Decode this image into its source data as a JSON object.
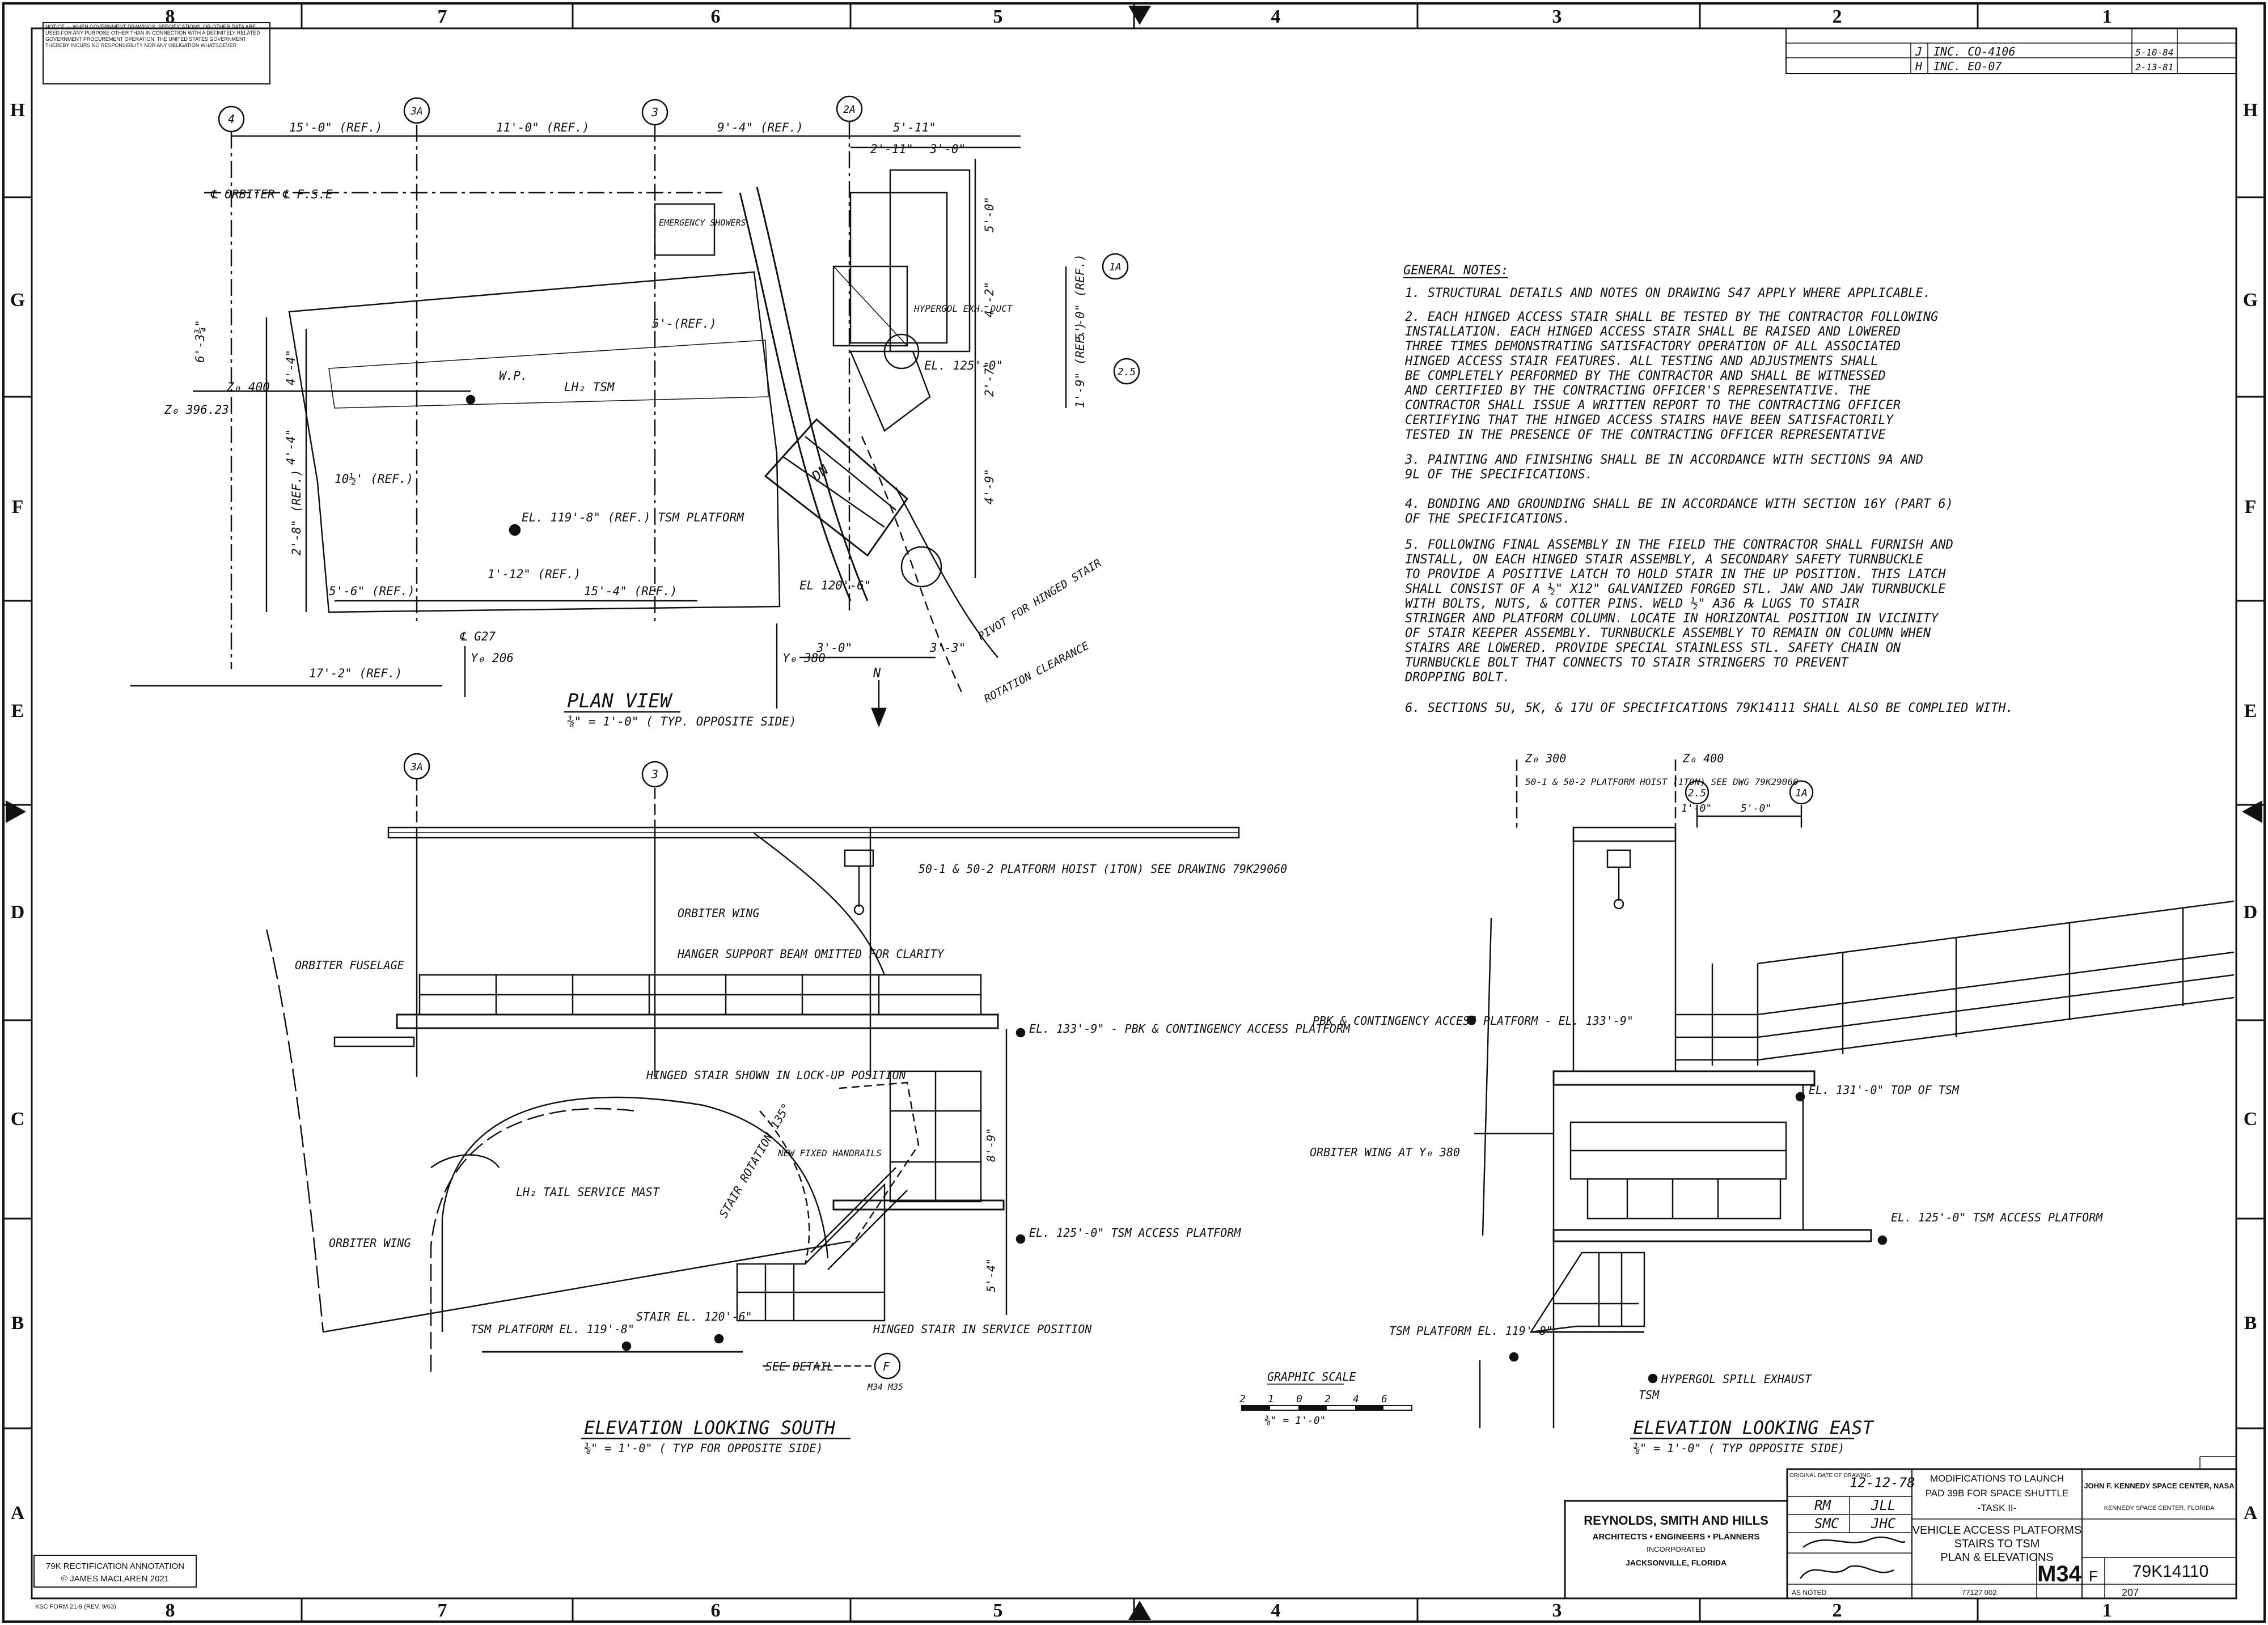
{
  "border": {
    "columns": [
      "8",
      "7",
      "6",
      "5",
      "4",
      "3",
      "2",
      "1"
    ],
    "rows": [
      "H",
      "G",
      "F",
      "E",
      "D",
      "C",
      "B",
      "A"
    ]
  },
  "notice_text": "NOTICE — WHEN GOVERNMENT DRAWINGS, SPECIFICATIONS, OR OTHER DATA ARE USED FOR ANY PURPOSE OTHER THAN IN CONNECTION WITH A DEFINITELY RELATED GOVERNMENT PROCUREMENT OPERATION, THE UNITED STATES GOVERNMENT THEREBY INCURS NO RESPONSIBILITY NOR ANY OBLIGATION WHATSOEVER",
  "revisions": [
    {
      "sym": "J",
      "desc": "INC. CO-4106",
      "date": "5-10-84"
    },
    {
      "sym": "H",
      "desc": "INC. EO-07",
      "date": "2-13-81"
    }
  ],
  "grid_bubbles": [
    "4",
    "3A",
    "3",
    "2A",
    "1A",
    "2.5"
  ],
  "plan": {
    "dims_top": [
      "15'-0\" (REF.)",
      "11'-0\" (REF.)",
      "9'-4\" (REF.)",
      "5'-11\"",
      "2'-11\"",
      "3'-0\""
    ],
    "labels": {
      "orbiter": "℄ ORBITER ℄ F.S.E",
      "showers": "EMERGENCY SHOWERS",
      "duct": "HYPERGOL EXH. DUCT",
      "zo400": "Z₀ 400",
      "zo396": "Z₀ 396.23",
      "wp": "W.P.",
      "lh2": "LH₂ TSM",
      "platform": "EL. 119'-8\" (REF.) TSM PLATFORM",
      "el125": "EL. 125'-0\"",
      "el120": "EL 120'-6\"",
      "pivot": "PIVOT FOR HINGED STAIR",
      "rotation": "ROTATION CLEARANCE",
      "dn": "DN",
      "north": "N",
      "g27": "℄ G27",
      "yo206": "Y₀ 206",
      "yo380": "Y₀ 380",
      "dim_left": "17'-2\" (REF.)",
      "dim_56": "5'-6\" (REF.)",
      "dim_154": "15'-4\" (REF.)",
      "dim_1012": "10½' (REF.)",
      "dim_112": "1'-12\" (REF.)",
      "dim_33": "3'-3\"",
      "dim_30": "3'-0\"",
      "dim_63": "6'-3¾\"",
      "dim_44a": "4'-4\"",
      "dim_44b": "4'-4\"",
      "dim_28": "2'-8\" (REF.)",
      "dim_42": "4'-2\"",
      "dim_27": "2'-7\"",
      "dim_49": "4'-9\"",
      "dim_50a": "5'-0\"",
      "dim_50b": "5'-0\" (REF.)",
      "dim_19": "1'-9\" (REF.)",
      "dim_5": "5'-(REF.)"
    },
    "title": "PLAN VIEW",
    "scale": "⅜\" = 1'-0\"  ( TYP. OPPOSITE SIDE)"
  },
  "notes": {
    "header": "GENERAL NOTES:",
    "items": [
      "1. STRUCTURAL DETAILS AND NOTES ON DRAWING S47 APPLY WHERE APPLICABLE.",
      "2. EACH HINGED ACCESS STAIR SHALL BE TESTED BY THE CONTRACTOR FOLLOWING",
      "   INSTALLATION. EACH HINGED ACCESS STAIR SHALL BE RAISED AND LOWERED",
      "   THREE TIMES DEMONSTRATING SATISFACTORY OPERATION OF ALL ASSOCIATED",
      "   HINGED ACCESS STAIR FEATURES. ALL TESTING AND ADJUSTMENTS SHALL",
      "   BE COMPLETELY PERFORMED BY THE CONTRACTOR AND SHALL BE WITNESSED",
      "   AND CERTIFIED BY THE CONTRACTING OFFICER'S REPRESENTATIVE. THE",
      "   CONTRACTOR SHALL ISSUE A WRITTEN REPORT TO THE CONTRACTING OFFICER",
      "   CERTIFYING THAT THE HINGED ACCESS STAIRS HAVE BEEN SATISFACTORILY",
      "   TESTED IN THE PRESENCE OF THE CONTRACTING OFFICER REPRESENTATIVE",
      "3. PAINTING AND FINISHING SHALL BE IN ACCORDANCE WITH SECTIONS 9A AND",
      "   9L OF THE SPECIFICATIONS.",
      "4. BONDING AND GROUNDING SHALL BE IN ACCORDANCE WITH SECTION 16Y (PART 6)",
      "   OF THE SPECIFICATIONS.",
      "5. FOLLOWING FINAL ASSEMBLY IN THE FIELD THE CONTRACTOR SHALL FURNISH AND",
      "   INSTALL, ON EACH HINGED STAIR ASSEMBLY, A SECONDARY SAFETY TURNBUCKLE",
      "   TO PROVIDE A POSITIVE LATCH TO HOLD STAIR IN THE UP POSITION. THIS LATCH",
      "   SHALL CONSIST OF A ½\" X12\" GALVANIZED FORGED STL. JAW AND JAW TURNBUCKLE",
      "   WITH BOLTS, NUTS, & COTTER PINS. WELD ½\" A36 ℞ LUGS TO STAIR",
      "   STRINGER AND PLATFORM COLUMN. LOCATE IN HORIZONTAL POSITION IN VICINITY",
      "   OF STAIR KEEPER ASSEMBLY. TURNBUCKLE ASSEMBLY TO REMAIN ON COLUMN WHEN",
      "   STAIRS ARE LOWERED. PROVIDE SPECIAL STAINLESS STL. SAFETY CHAIN ON",
      "   TURNBUCKLE BOLT THAT CONNECTS TO STAIR STRINGERS TO PREVENT",
      "   DROPPING BOLT.",
      "6. SECTIONS 5U, 5K, & 17U OF SPECIFICATIONS 79K14111 SHALL ALSO BE COMPLIED WITH."
    ]
  },
  "south": {
    "hoist": "50-1 & 50-2 PLATFORM HOIST (1TON) SEE DRAWING 79K29060",
    "orbiter_wing": "ORBITER WING",
    "fuselage": "ORBITER FUSELAGE",
    "hanger": "HANGER SUPPORT BEAM OMITTED FOR CLARITY",
    "el133": "EL. 133'-9\" - PBK & CONTINGENCY ACCESS PLATFORM",
    "hinged_up": "HINGED STAIR SHOWN IN LOCK-UP POSITION",
    "stair_rotation": "STAIR ROTATION 135°",
    "handrails": "NEW FIXED HANDRAILS",
    "lh2_mast": "LH₂ TAIL SERVICE MAST",
    "wing": "ORBITER WING",
    "el125": "EL. 125'-0\" TSM ACCESS PLATFORM",
    "dim_89": "8'-9\"",
    "dim_54": "5'-4\"",
    "stair_el": "STAIR EL. 120'-6\"",
    "tsm_platform": "TSM PLATFORM EL. 119'-8\"",
    "hinged_service": "HINGED STAIR IN SERVICE POSITION",
    "see_detail": "SEE DETAIL",
    "detail_tag": "F",
    "detail_ref": "M34 M35",
    "title": "ELEVATION LOOKING SOUTH",
    "scale": "⅜\" = 1'-0\"  ( TYP FOR OPPOSITE SIDE)"
  },
  "east": {
    "zo300": "Z₀ 300",
    "zo400": "Z₀ 400",
    "hoist": "50-1 & 50-2 PLATFORM HOIST (1TON) SEE DWG 79K29060",
    "dim_10": "1'-0\"",
    "dim_50": "5'-0\"",
    "pbk": "PBK & CONTINGENCY ACCESS PLATFORM - EL. 133'-9\"",
    "el131": "EL. 131'-0\" TOP OF TSM",
    "orbiter_wing": "ORBITER WING AT Y₀ 380",
    "el125": "EL. 125'-0\" TSM ACCESS PLATFORM",
    "tsm_platform": "TSM PLATFORM EL. 119'-8\"",
    "tsm": "TSM",
    "hypergol": "HYPERGOL SPILL EXHAUST",
    "title": "ELEVATION LOOKING EAST",
    "scale": "⅜\" = 1'-0\"  ( TYP OPPOSITE SIDE)"
  },
  "graphic_scale": {
    "label": "GRAPHIC SCALE",
    "ticks": [
      "2",
      "1",
      "0",
      "2",
      "4",
      "6"
    ],
    "note": "⅜\" = 1'-0\""
  },
  "title_block": {
    "firm_name": "REYNOLDS, SMITH AND HILLS",
    "firm_sub": "ARCHITECTS • ENGINEERS • PLANNERS",
    "firm_inc": "INCORPORATED",
    "firm_city": "JACKSONVILLE, FLORIDA",
    "original_date_label": "ORIGINAL DATE OF DRAWING",
    "original_date": "12-12-78",
    "drawn": "RM",
    "checked": "JLL",
    "designed": "SMC",
    "engineer": "JHC",
    "project_line1": "MODIFICATIONS TO LAUNCH",
    "project_line2": "PAD 39B FOR SPACE SHUTTLE",
    "project_line3": "-TASK II-",
    "title_line1": "VEHICLE ACCESS PLATFORMS",
    "title_line2": "STAIRS TO TSM",
    "title_line3": "PLAN & ELEVATIONS",
    "agency": "JOHN F. KENNEDY SPACE CENTER, NASA",
    "agency_sub": "KENNEDY SPACE CENTER, FLORIDA",
    "scale": "AS NOTED",
    "size": "F",
    "sheet_code": "M34",
    "drawing_no": "79K14110",
    "sheet_no": "207",
    "dated": "77127 002"
  },
  "annotation_box": {
    "line1": "79K RECTIFICATION ANNOTATION",
    "line2": "© JAMES MACLAREN 2021"
  },
  "form_no": "KSC FORM 21-9 (REV. 9/63)"
}
